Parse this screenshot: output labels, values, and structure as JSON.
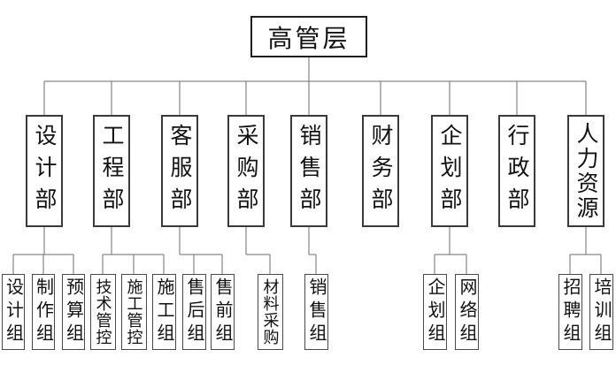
{
  "org": {
    "root": "高管层",
    "departments": [
      {
        "name": "设计部",
        "groups": [
          "设计组",
          "制作组",
          "预算组"
        ]
      },
      {
        "name": "工程部",
        "groups": [
          "技术管控",
          "施工管控",
          "施工组"
        ]
      },
      {
        "name": "客服部",
        "groups": [
          "售后组",
          "售前组"
        ]
      },
      {
        "name": "采购部",
        "groups": [
          "材料采购"
        ]
      },
      {
        "name": "销售部",
        "groups": [
          "销售组"
        ]
      },
      {
        "name": "财务部",
        "groups": []
      },
      {
        "name": "企划部",
        "groups": [
          "企划组",
          "网络组"
        ]
      },
      {
        "name": "行政部",
        "groups": []
      },
      {
        "name": "人力资源",
        "groups": [
          "招聘组",
          "培训组"
        ]
      }
    ],
    "colors": {
      "background": "#ffffff",
      "box_border": "#2e2e2e",
      "connector": "#6e6e6e",
      "text": "#111111"
    }
  }
}
